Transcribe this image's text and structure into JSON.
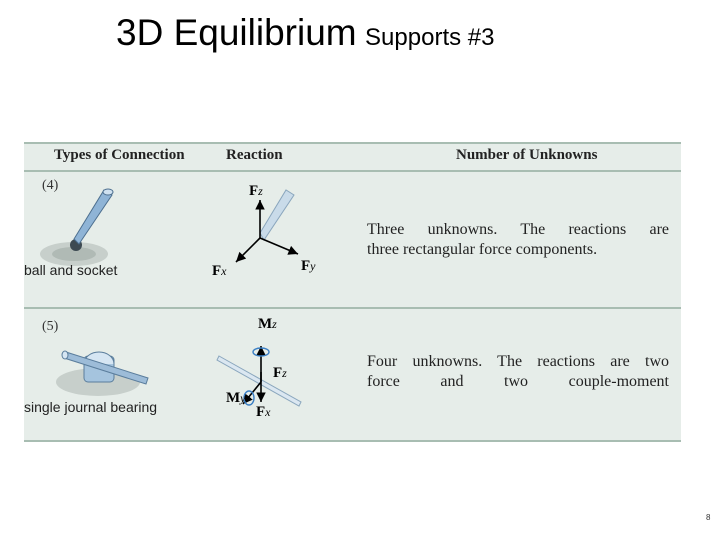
{
  "title": {
    "main": "3D Equilibrium",
    "sub": "Supports #3"
  },
  "table": {
    "headers": {
      "type": "Types of Connection",
      "reaction": "Reaction",
      "unknowns": "Number of Unknowns"
    },
    "rows": [
      {
        "number": "(4)",
        "connection": "ball and socket",
        "reaction_labels": {
          "fz_main": "F",
          "fz_sub": "z",
          "fx_main": "F",
          "fx_sub": "x",
          "fy_main": "F",
          "fy_sub": "y"
        },
        "description_line1": "Three unknowns. The reactions are",
        "description_line2": "three rectangular force components."
      },
      {
        "number": "(5)",
        "connection": "single journal bearing",
        "reaction_labels": {
          "mz_main": "M",
          "mz_sub": "z",
          "fz_main": "F",
          "fz_sub": "z",
          "my_main": "M",
          "my_sub": "y",
          "fx_main": "F",
          "fx_sub": "x"
        },
        "description_line1": "Four unknowns. The reactions are two",
        "description_line2": "force and two couple-moment"
      }
    ]
  },
  "page_number": "8",
  "colors": {
    "table_bg": "#e6ede9",
    "divider": "#a8bdb2",
    "arrow": "#000000",
    "tool_blue": "#8fb4d6"
  }
}
